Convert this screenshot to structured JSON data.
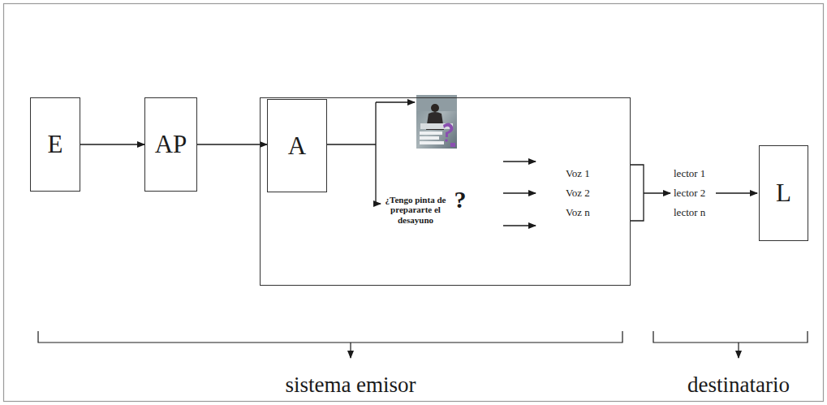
{
  "diagram": {
    "nodes": [
      {
        "text": [
          "E"
        ]
      },
      {
        "text": [
          "AP"
        ]
      },
      {
        "text": []
      },
      {
        "text": [
          "A"
        ],
        "in": 2
      },
      {
        "text": [
          "L"
        ]
      }
    ],
    "edges": [
      {
        "from": 0,
        "to": 1,
        "arrow": "to"
      },
      {
        "from": 1,
        "to": 3,
        "arrow": "to"
      }
    ],
    "labels": [
      "¿Tengo pinta de prepararte el desayuno",
      "?",
      "Voz 1",
      "Voz 2",
      "Voz n",
      "lector 1",
      "lector 2",
      "lector n",
      "sistema emisor",
      "destinatario"
    ]
  }
}
